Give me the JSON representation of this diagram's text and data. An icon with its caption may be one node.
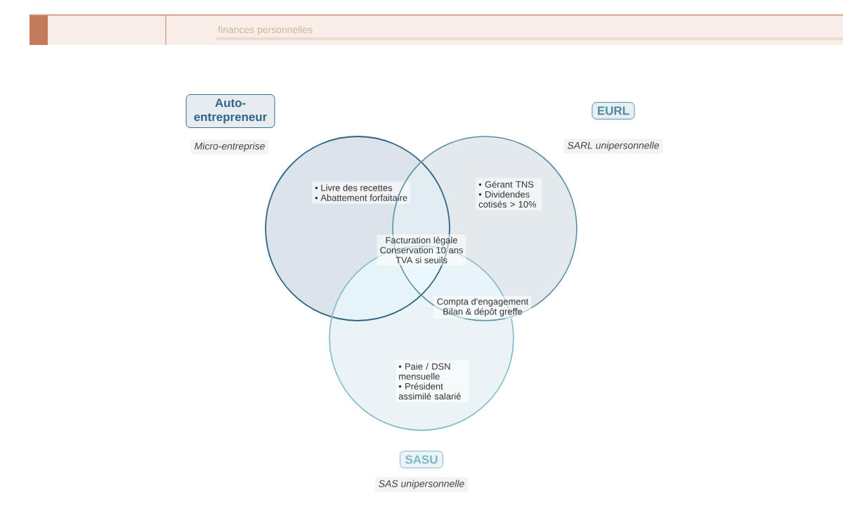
{
  "diagram": {
    "nodes": [
      {
        "text": [
          "Auto-entrepreneur"
        ]
      },
      {
        "text": [
          "EURL"
        ]
      },
      {
        "text": [
          "• Livre des recettes",
          "• Abattement forfaitaire"
        ]
      },
      {
        "text": [
          "• Gérant TNS",
          "• Dividendes cotisés > 10%"
        ]
      },
      {
        "text": [
          "• Paie / DSN mensuelle",
          "• Président assimilé salarié"
        ]
      },
      {
        "text": [
          "SASU"
        ]
      }
    ],
    "labels": [
      "finances personnelles",
      "Micro-entreprise",
      "SARL unipersonnelle",
      "Facturation légale",
      "Conservation 10 ans",
      "TVA si seuils",
      "Compta d'engagement",
      "Bilan & dépôt greffe",
      "SAS unipersonnelle"
    ]
  }
}
